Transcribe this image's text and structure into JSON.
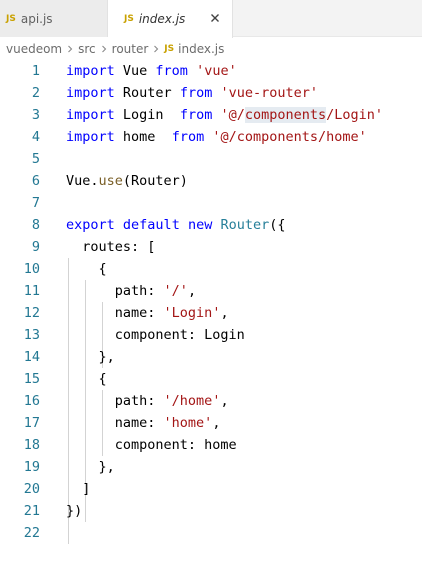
{
  "tabs": [
    {
      "label": "api.js",
      "badge": "JS",
      "active": false
    },
    {
      "label": "index.js",
      "badge": "JS",
      "active": true
    }
  ],
  "breadcrumb": {
    "items": [
      "vuedeom",
      "src",
      "router"
    ],
    "file_badge": "JS",
    "file": "index.js"
  },
  "colors": {
    "keyword": "#0000ff",
    "string": "#a31515",
    "line_number": "#237893",
    "function": "#795e26",
    "class": "#267f99",
    "js_badge": "#c9a100"
  },
  "editor": {
    "lines": [
      {
        "n": "1",
        "tokens": [
          [
            "kw",
            "import"
          ],
          [
            "plain",
            " Vue "
          ],
          [
            "kw",
            "from"
          ],
          [
            "plain",
            " "
          ],
          [
            "str",
            "'vue'"
          ]
        ]
      },
      {
        "n": "2",
        "tokens": [
          [
            "kw",
            "import"
          ],
          [
            "plain",
            " Router "
          ],
          [
            "kw",
            "from"
          ],
          [
            "plain",
            " "
          ],
          [
            "str",
            "'vue-router'"
          ]
        ]
      },
      {
        "n": "3",
        "tokens": [
          [
            "kw",
            "import"
          ],
          [
            "plain",
            " Login  "
          ],
          [
            "kw",
            "from"
          ],
          [
            "plain",
            " "
          ],
          [
            "str",
            "'@/"
          ],
          [
            "str hl",
            "components"
          ],
          [
            "str",
            "/Login'"
          ]
        ]
      },
      {
        "n": "4",
        "tokens": [
          [
            "kw",
            "import"
          ],
          [
            "plain",
            " home  "
          ],
          [
            "kw",
            "from"
          ],
          [
            "plain",
            " "
          ],
          [
            "str",
            "'@/components/home'"
          ]
        ]
      },
      {
        "n": "5",
        "tokens": []
      },
      {
        "n": "6",
        "tokens": [
          [
            "plain",
            "Vue."
          ],
          [
            "fn",
            "use"
          ],
          [
            "plain",
            "(Router)"
          ]
        ]
      },
      {
        "n": "7",
        "tokens": []
      },
      {
        "n": "8",
        "tokens": [
          [
            "kw",
            "export"
          ],
          [
            "plain",
            " "
          ],
          [
            "kw",
            "default"
          ],
          [
            "plain",
            " "
          ],
          [
            "kw",
            "new"
          ],
          [
            "plain",
            " "
          ],
          [
            "cls",
            "Router"
          ],
          [
            "plain",
            "({"
          ]
        ]
      },
      {
        "n": "9",
        "tokens": [
          [
            "plain",
            "  routes: ["
          ]
        ]
      },
      {
        "n": "10",
        "tokens": [
          [
            "plain",
            "    {"
          ]
        ]
      },
      {
        "n": "11",
        "tokens": [
          [
            "plain",
            "      path: "
          ],
          [
            "str",
            "'/'"
          ],
          [
            "plain",
            ","
          ]
        ]
      },
      {
        "n": "12",
        "tokens": [
          [
            "plain",
            "      name: "
          ],
          [
            "str",
            "'Login'"
          ],
          [
            "plain",
            ","
          ]
        ]
      },
      {
        "n": "13",
        "tokens": [
          [
            "plain",
            "      component: Login"
          ]
        ]
      },
      {
        "n": "14",
        "tokens": [
          [
            "plain",
            "    },"
          ]
        ]
      },
      {
        "n": "15",
        "tokens": [
          [
            "plain",
            "    {"
          ]
        ]
      },
      {
        "n": "16",
        "tokens": [
          [
            "plain",
            "      path: "
          ],
          [
            "str",
            "'/home'"
          ],
          [
            "plain",
            ","
          ]
        ]
      },
      {
        "n": "17",
        "tokens": [
          [
            "plain",
            "      name: "
          ],
          [
            "str",
            "'home'"
          ],
          [
            "plain",
            ","
          ]
        ]
      },
      {
        "n": "18",
        "tokens": [
          [
            "plain",
            "      component: home"
          ]
        ]
      },
      {
        "n": "19",
        "tokens": [
          [
            "plain",
            "    },"
          ]
        ]
      },
      {
        "n": "20",
        "tokens": [
          [
            "plain",
            "  ]"
          ]
        ]
      },
      {
        "n": "21",
        "tokens": [
          [
            "plain",
            "})"
          ]
        ]
      },
      {
        "n": "22",
        "tokens": []
      }
    ]
  }
}
